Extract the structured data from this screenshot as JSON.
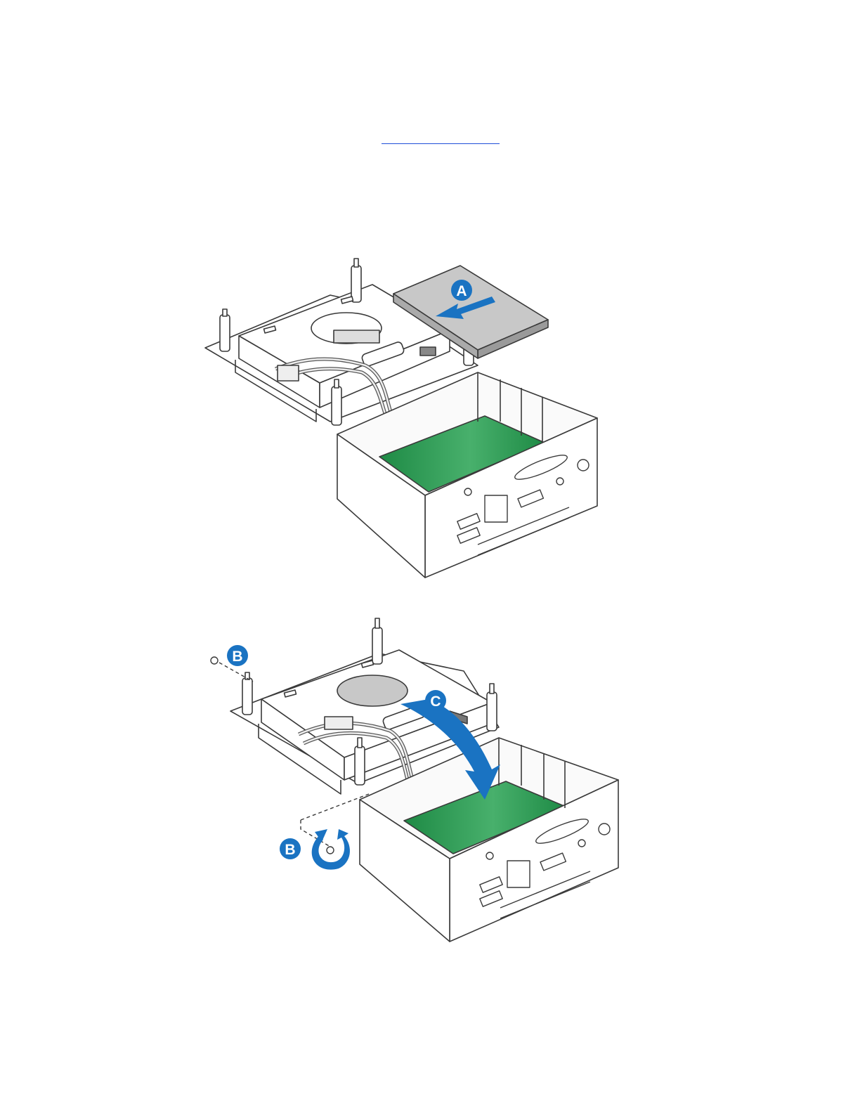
{
  "colors": {
    "accent": "#1a73c2",
    "board": "#2e9b54",
    "drive": "#c8c8c8",
    "stroke": "#3a3a3a"
  },
  "figure1": {
    "callouts": [
      {
        "label": "A"
      }
    ]
  },
  "figure2": {
    "callouts": [
      {
        "label": "B"
      },
      {
        "label": "C"
      },
      {
        "label": "B"
      }
    ]
  }
}
